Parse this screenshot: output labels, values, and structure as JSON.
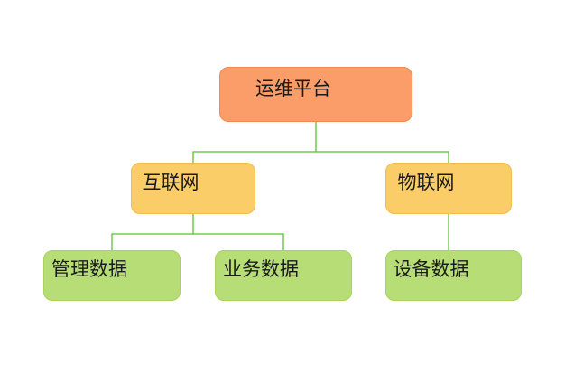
{
  "diagram": {
    "type": "tree",
    "connector_color": "#5ABF30",
    "nodes": {
      "root": {
        "label": "运维平台",
        "fill": "#FB9D68",
        "border": "#F08A50"
      },
      "internet": {
        "label": "互联网",
        "fill": "#FBCD69",
        "border": "#EFBC4D"
      },
      "iot": {
        "label": "物联网",
        "fill": "#FBCD69",
        "border": "#EFBC4D"
      },
      "mgmt": {
        "label": "管理数据",
        "fill": "#B7DD76",
        "border": "#A8D35F"
      },
      "business": {
        "label": "业务数据",
        "fill": "#B7DD76",
        "border": "#A8D35F"
      },
      "device": {
        "label": "设备数据",
        "fill": "#B7DD76",
        "border": "#A8D35F"
      }
    },
    "edges": [
      {
        "from": "运维平台",
        "to": "互联网"
      },
      {
        "from": "运维平台",
        "to": "物联网"
      },
      {
        "from": "互联网",
        "to": "管理数据"
      },
      {
        "from": "互联网",
        "to": "业务数据"
      },
      {
        "from": "物联网",
        "to": "设备数据"
      }
    ]
  }
}
